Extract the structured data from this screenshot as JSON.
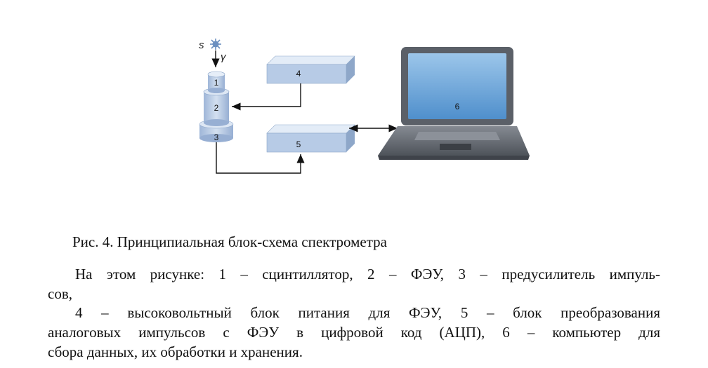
{
  "figure": {
    "labels": {
      "source": "s",
      "gamma": "γ",
      "scintillator": "1",
      "pmt": "2",
      "preamp": "3",
      "hv_supply": "4",
      "adc": "5",
      "computer": "6"
    }
  },
  "caption": "Рис. 4. Принципиальная блок-схема спектрометра",
  "paragraphs": {
    "p1_line1": "На этом рисунке:  1 – сцинтиллятор, 2 – ФЭУ, 3 – предусилитель импуль-",
    "p1_line2": "сов,",
    "p2_line1": "4 – высоковольтный блок питания для ФЭУ, 5 – блок преобразования",
    "p2_line2": "аналоговых импульсов с ФЭУ в цифровой код (АЦП), 6 – компьютер для",
    "p2_line3": "сбора данных, их обработки и хранения."
  },
  "colors": {
    "block_front": "#b7cbe6",
    "block_top": "#e3ecf7",
    "block_side": "#8ea7c9",
    "screen": "#7fb0dc",
    "laptop_body": "#6b7078"
  }
}
